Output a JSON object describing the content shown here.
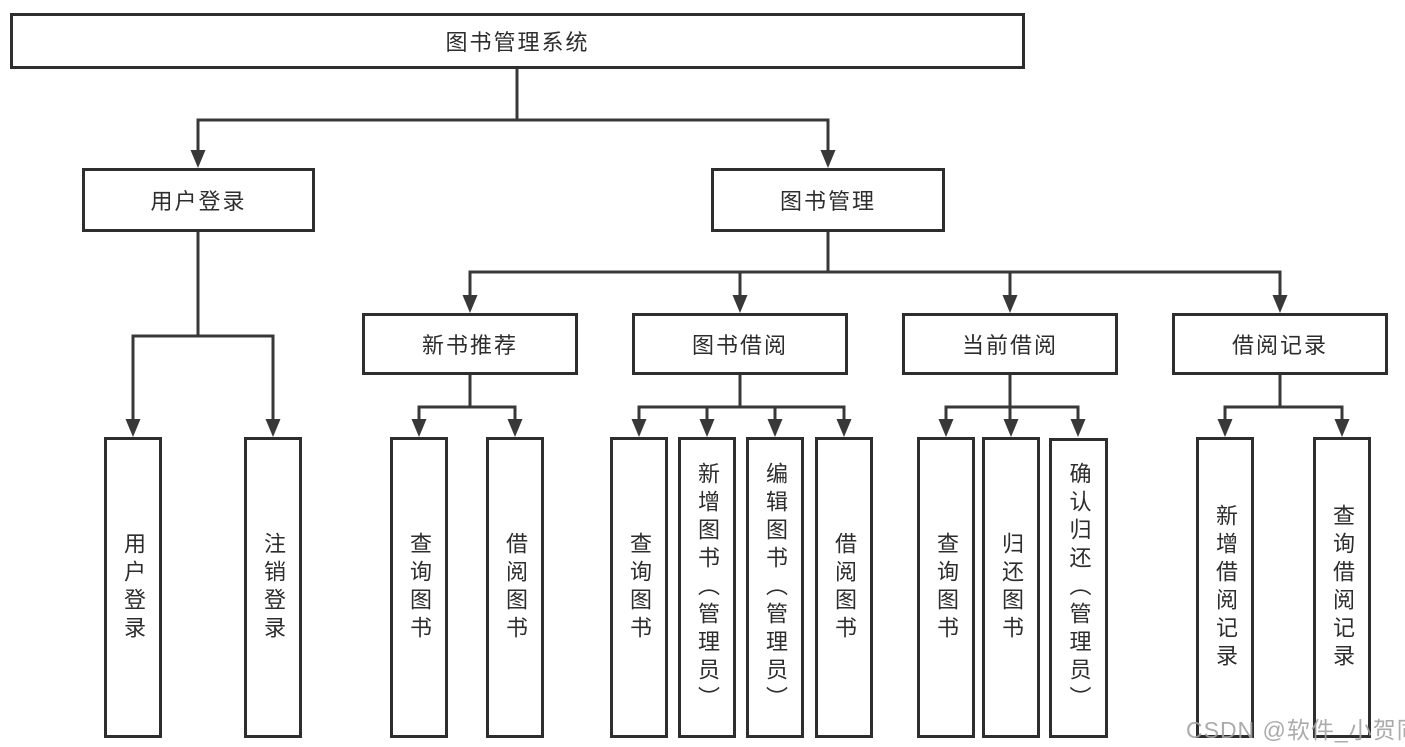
{
  "colors": {
    "line": "#383838",
    "box_border": "#2e2e2e",
    "text": "#2d2d2d",
    "watermark": "#a3a3a3",
    "background": "#ffffff"
  },
  "watermark": {
    "text": "CSDN @软件_小贺同学"
  },
  "tree": {
    "label": "图书管理系统",
    "children": [
      {
        "label": "用户登录",
        "children": [
          {
            "label": "用户登录"
          },
          {
            "label": "注销登录"
          }
        ]
      },
      {
        "label": "图书管理",
        "children": [
          {
            "label": "新书推荐",
            "children": [
              {
                "label": "查询图书"
              },
              {
                "label": "借阅图书"
              }
            ]
          },
          {
            "label": "图书借阅",
            "children": [
              {
                "label": "查询图书"
              },
              {
                "label": "新增图书（管理员）"
              },
              {
                "label": "编辑图书（管理员）"
              },
              {
                "label": "借阅图书"
              }
            ]
          },
          {
            "label": "当前借阅",
            "children": [
              {
                "label": "查询图书"
              },
              {
                "label": "归还图书"
              },
              {
                "label": "确认归还（管理员）"
              }
            ]
          },
          {
            "label": "借阅记录",
            "children": [
              {
                "label": "新增借阅记录"
              },
              {
                "label": "查询借阅记录"
              }
            ]
          }
        ]
      }
    ]
  }
}
